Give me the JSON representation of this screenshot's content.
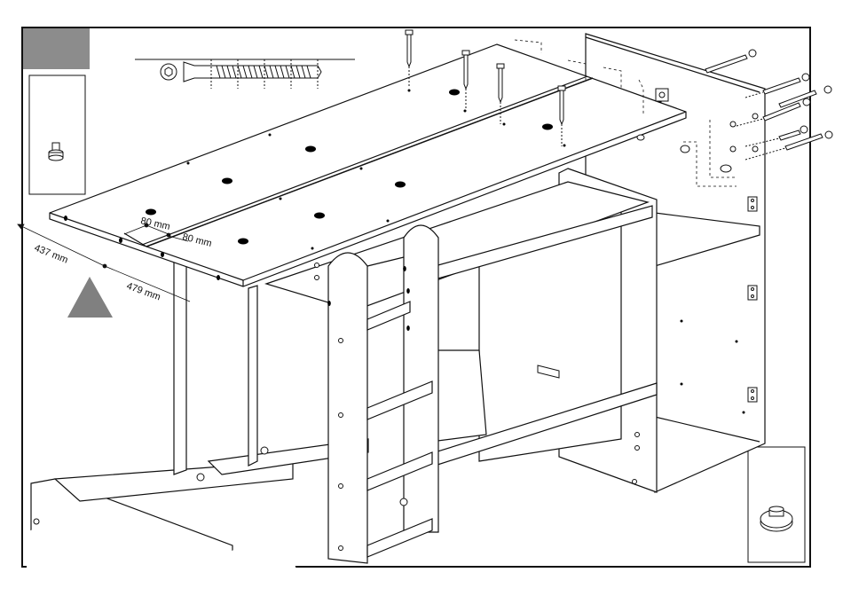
{
  "dimensions": {
    "gap_left": "80 mm",
    "gap_right": "80 mm",
    "depth": "437 mm",
    "width": "479 mm"
  },
  "colors": {
    "step_box": "#8c8c8c",
    "warning_triangle": "#808080",
    "line": "#111111",
    "hole": "#000000"
  },
  "icons": {
    "step_marker": "step-box-icon",
    "warning": "warning-triangle-icon",
    "screw_detail": "screw-icon",
    "dowel_detail": "dowel-icon",
    "cam_detail": "cam-lock-icon"
  }
}
